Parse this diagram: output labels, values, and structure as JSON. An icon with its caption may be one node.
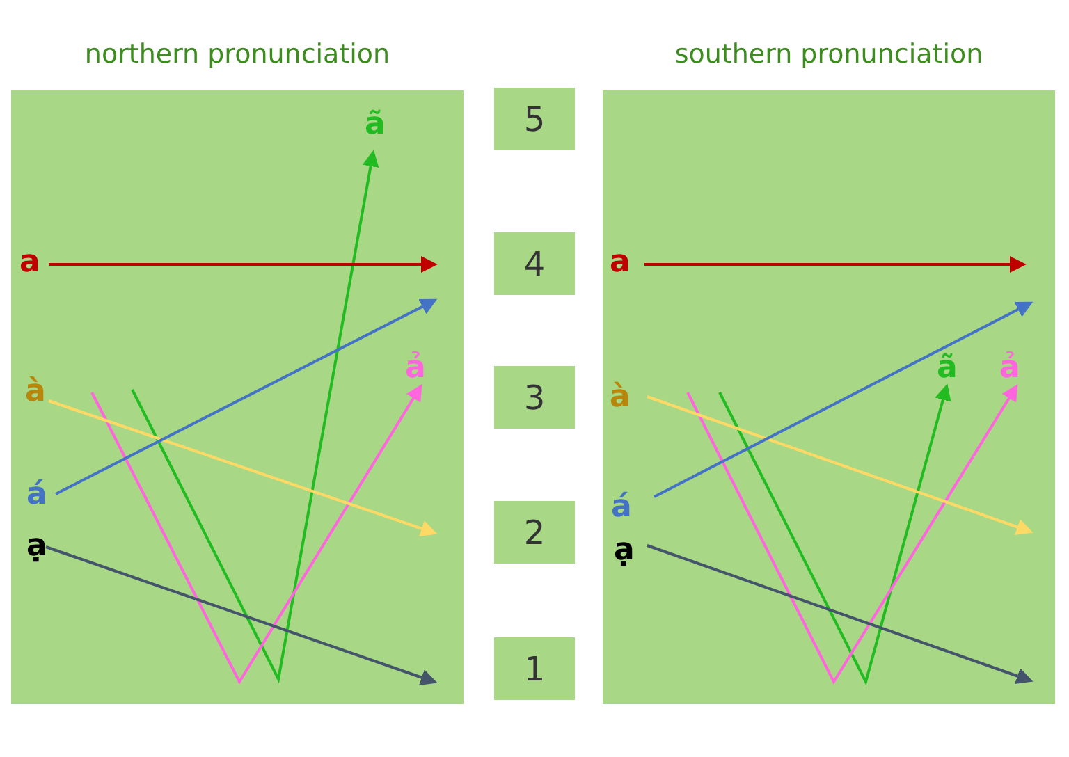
{
  "diagram": {
    "nodes": [
      {
        "text": [
          "northern pronunciation",
          "ã",
          "a",
          "ả",
          "à",
          "á",
          "ạ"
        ]
      },
      {
        "text": [
          "5"
        ]
      },
      {
        "text": [
          "4"
        ]
      },
      {
        "text": [
          "3"
        ]
      },
      {
        "text": [
          "2"
        ]
      },
      {
        "text": [
          "1"
        ]
      },
      {
        "text": [
          "southern pronunciation",
          "a",
          "ã",
          "ả",
          "à",
          "á",
          "ạ"
        ]
      }
    ],
    "edges": []
  }
}
